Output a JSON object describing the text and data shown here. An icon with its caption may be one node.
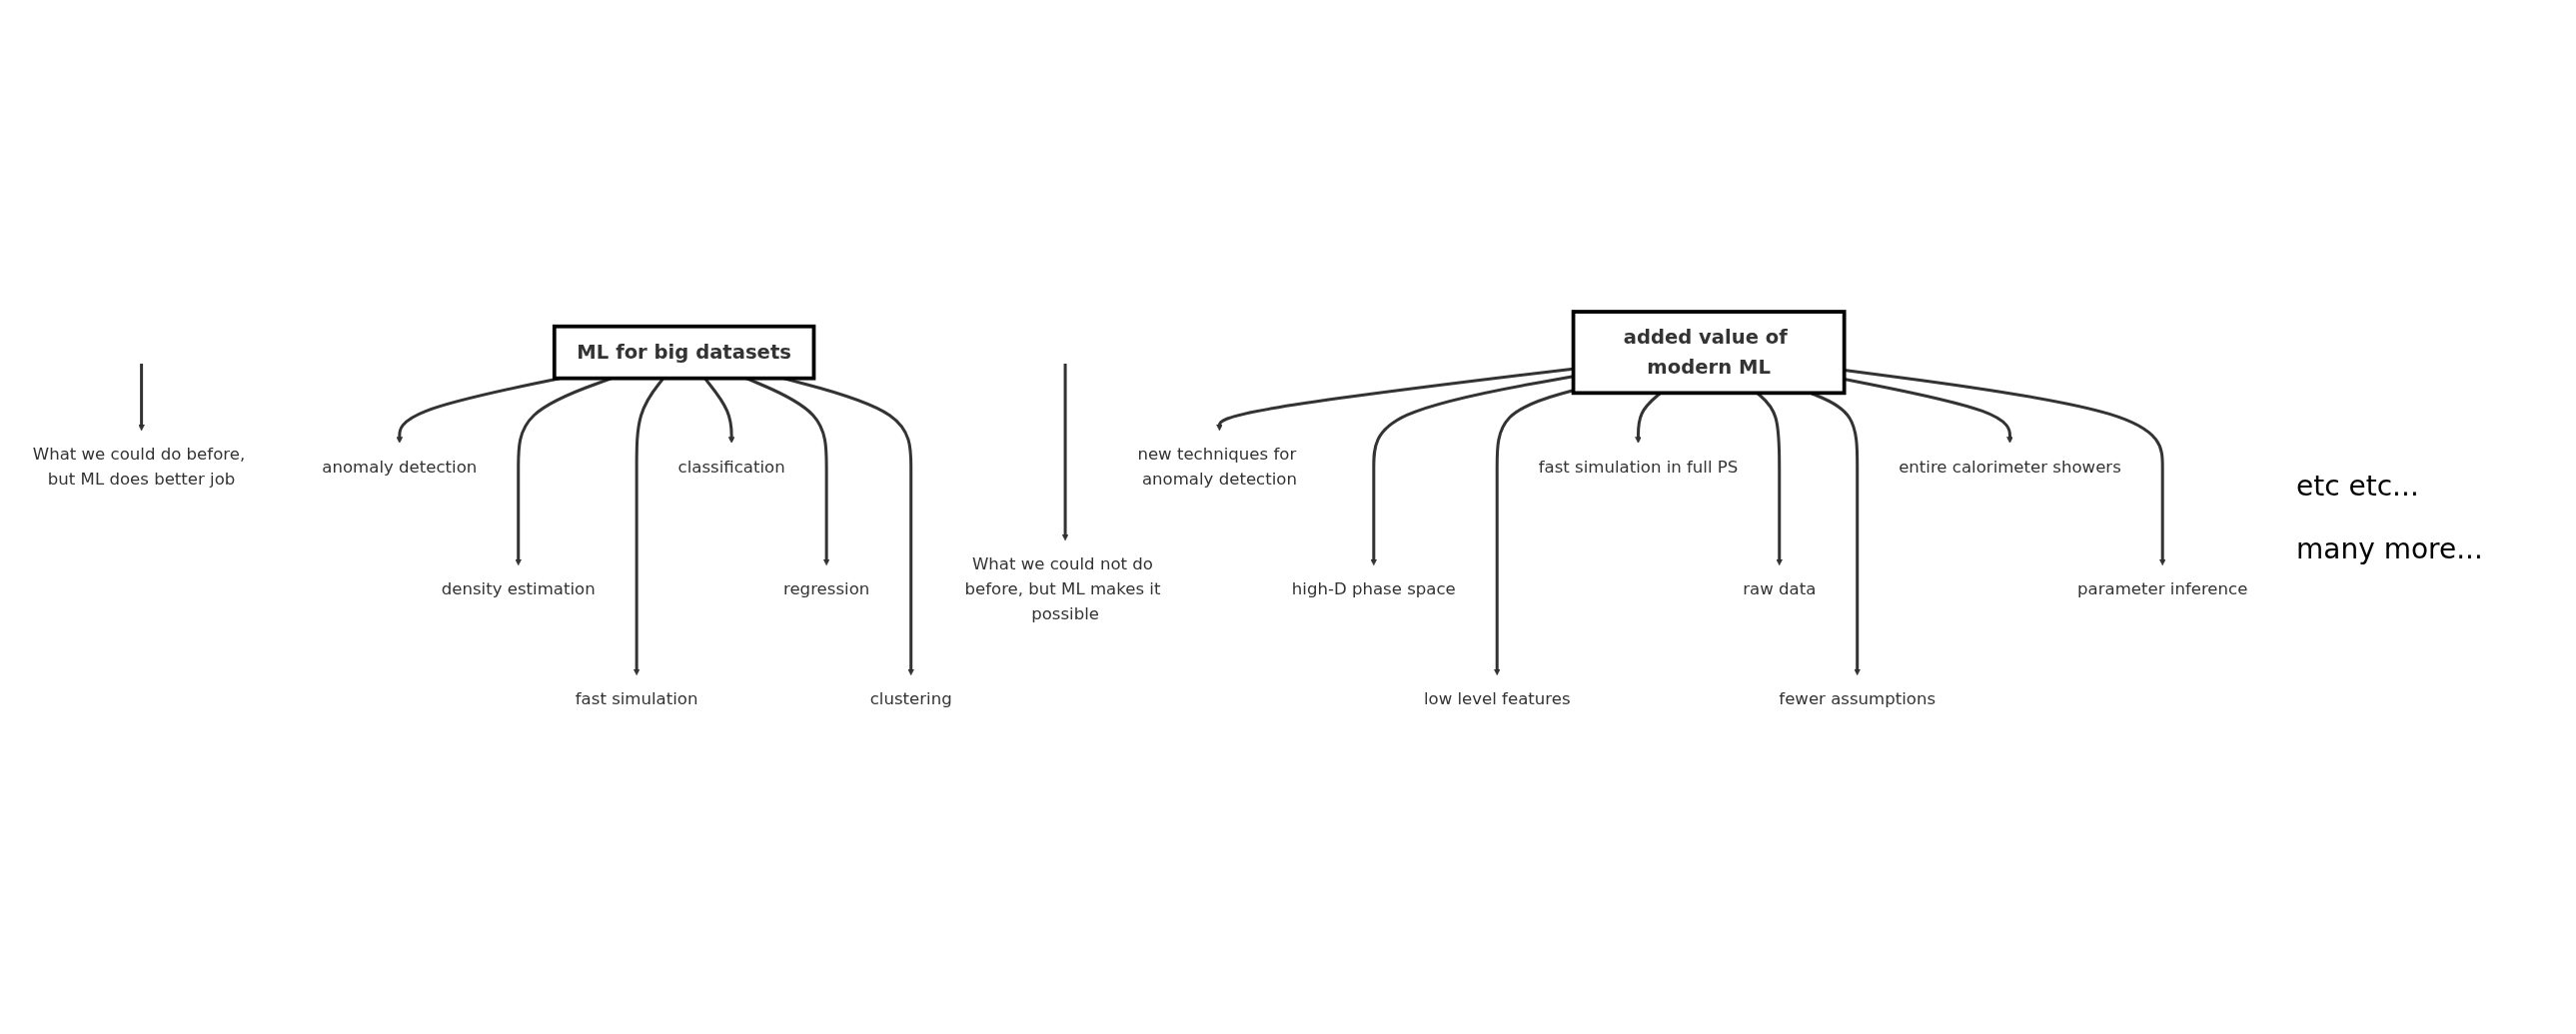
{
  "diagram": {
    "nodes": [
      {
        "text": [
          "What we could do before, but ML does better job"
        ]
      },
      {
        "text": [
          "ML for big datasets"
        ]
      },
      {
        "text": [
          "anomaly detection"
        ]
      },
      {
        "text": [
          "density estimation"
        ]
      },
      {
        "text": [
          "fast simulation"
        ]
      },
      {
        "text": [
          "classification"
        ]
      },
      {
        "text": [
          "regression"
        ]
      },
      {
        "text": [
          "clustering"
        ]
      },
      {
        "text": [
          "What we could not do before, but ML makes it possible"
        ]
      },
      {
        "text": [
          "added value of modern ML"
        ]
      },
      {
        "text": [
          "new techniques for anomaly detection"
        ]
      },
      {
        "text": [
          "high-D phase space"
        ]
      },
      {
        "text": [
          "low level features"
        ]
      },
      {
        "text": [
          "fast simulation in full PS"
        ]
      },
      {
        "text": [
          "raw data"
        ]
      },
      {
        "text": [
          "fewer assumptions"
        ]
      },
      {
        "text": [
          "entire calorimeter showers"
        ]
      },
      {
        "text": [
          "parameter inference"
        ]
      }
    ],
    "edges": [
      {
        "from": null,
        "to": 0,
        "arrow": "to"
      },
      {
        "from": 1,
        "to": 2,
        "arrow": "to"
      },
      {
        "from": 1,
        "to": 3,
        "arrow": "to"
      },
      {
        "from": 1,
        "to": 4,
        "arrow": "to"
      },
      {
        "from": 1,
        "to": 5,
        "arrow": "to"
      },
      {
        "from": 1,
        "to": 6,
        "arrow": "to"
      },
      {
        "from": 1,
        "to": 7,
        "arrow": "to"
      },
      {
        "from": null,
        "to": 8,
        "arrow": "to"
      },
      {
        "from": 9,
        "to": 10,
        "arrow": "to"
      },
      {
        "from": 9,
        "to": 11,
        "arrow": "to"
      },
      {
        "from": 9,
        "to": 12,
        "arrow": "to"
      },
      {
        "from": 9,
        "to": 13,
        "arrow": "to"
      },
      {
        "from": 9,
        "to": 14,
        "arrow": "to"
      },
      {
        "from": 9,
        "to": 15,
        "arrow": "to"
      },
      {
        "from": 9,
        "to": 16,
        "arrow": "to"
      },
      {
        "from": 9,
        "to": 17,
        "arrow": "to"
      }
    ],
    "labels": [
      "etc etc...",
      "many more..."
    ]
  }
}
